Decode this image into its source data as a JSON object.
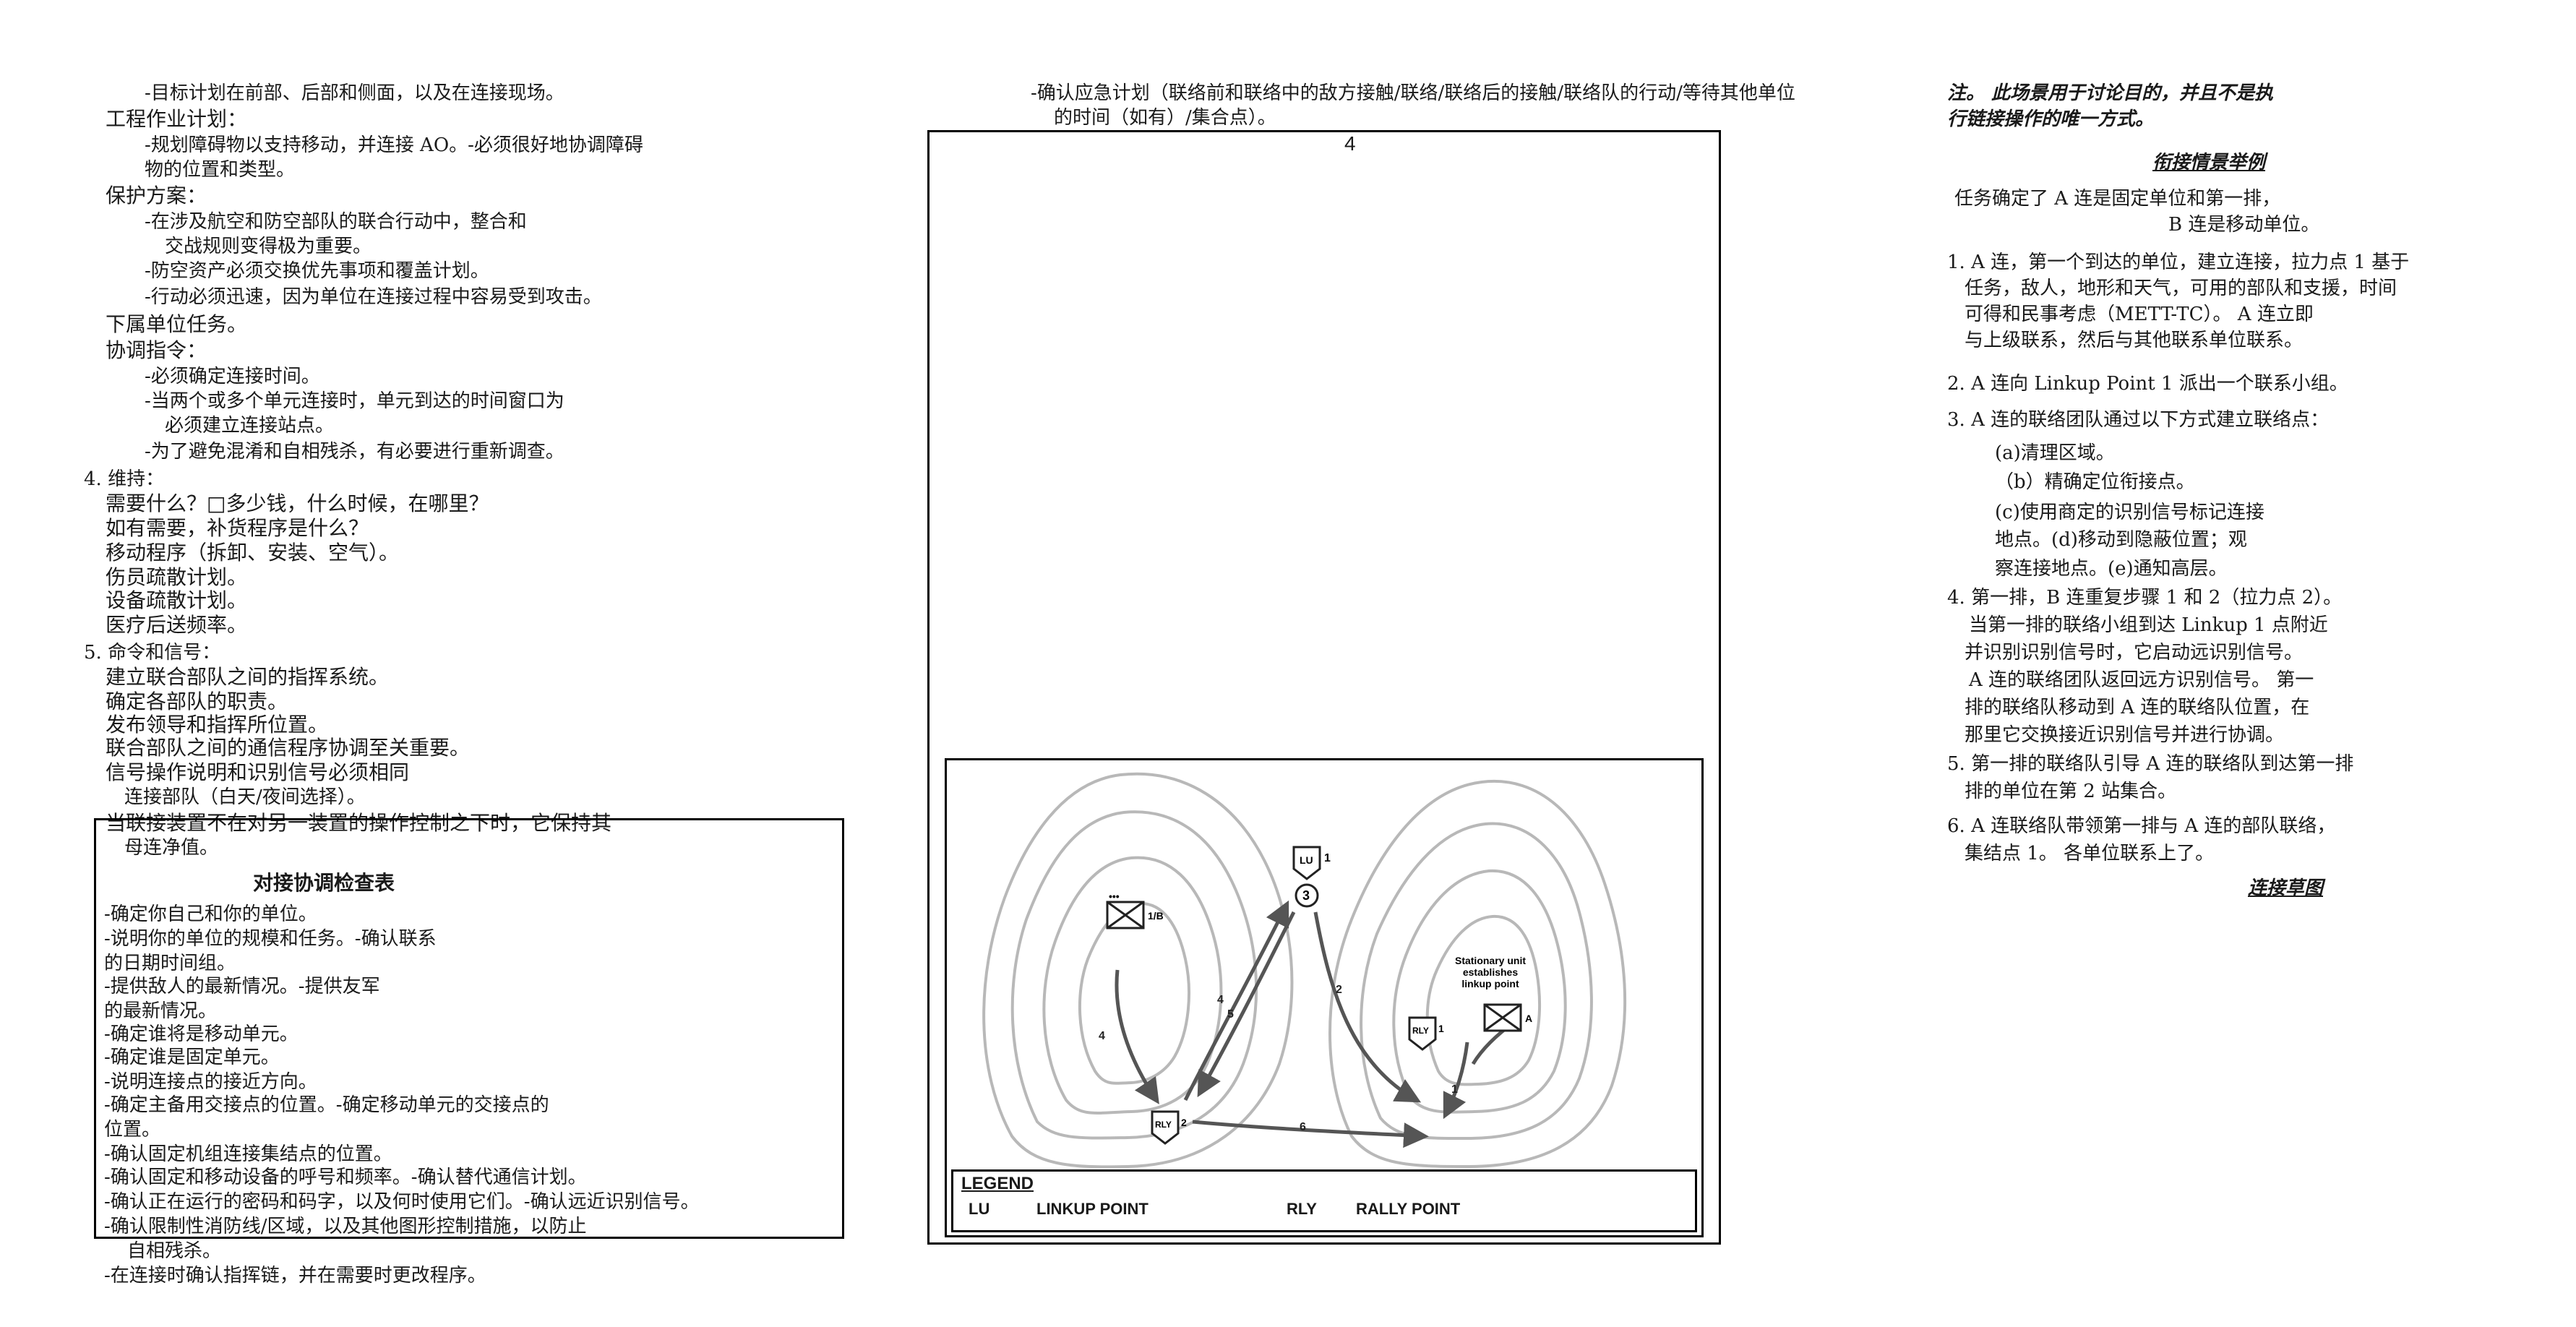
{
  "left": {
    "lines": [
      "-目标计划在前部、后部和侧面，以及在连接现场。",
      "工程作业计划：",
      "-规划障碍物以支持移动，并连接 AO。-必须很好地协调障碍",
      "物的位置和类型。",
      "保护方案：",
      "-在涉及航空和防空部队的联合行动中，整合和",
      "交战规则变得极为重要。",
      "-防空资产必须交换优先事项和覆盖计划。",
      "-行动必须迅速，因为单位在连接过程中容易受到攻击。",
      "下属单位任务。",
      "协调指令：",
      "-必须确定连接时间。",
      "-当两个或多个单元连接时，单元到达的时间窗口为",
      "必须建立连接站点。",
      "-为了避免混淆和自相残杀，有必要进行重新调查。",
      "4. 维持：",
      "需要什么？□多少钱，什么时候，在哪里？",
      "如有需要，补货程序是什么？",
      "移动程序（拆卸、安装、空气）。",
      "伤员疏散计划。",
      "设备疏散计划。",
      "医疗后送频率。",
      "5. 命令和信号：",
      "建立联合部队之间的指挥系统。",
      "确定各部队的职责。",
      "发布领导和指挥所位置。",
      "联合部队之间的通信程序协调至关重要。",
      "信号操作说明和识别信号必须相同",
      "连接部队（白天/夜间选择）。",
      "当联接装置不在对另一装置的操作控制之下时，它保持其",
      "母连净值。"
    ],
    "checklist": {
      "title": "对接协调检查表",
      "items": [
        "-确定你自己和你的单位。",
        "-说明你的单位的规模和任务。-确认联系",
        "的日期时间组。",
        "-提供敌人的最新情况。-提供友军",
        "的最新情况。",
        "-确定谁将是移动单元。",
        "-确定谁是固定单元。",
        "-说明连接点的接近方向。",
        "-确定主备用交接点的位置。-确定移动单元的交接点的",
        "位置。",
        "-确认固定机组连接集结点的位置。",
        "-确认固定和移动设备的呼号和频率。-确认替代通信计划。",
        "-确认正在运行的密码和码字，以及何时使用它们。-确认远近识别信号。",
        "-确认限制性消防线/区域，以及其他图形控制措施，以防止",
        "自相残杀。",
        "-在连接时确认指挥链，并在需要时更改程序。"
      ]
    }
  },
  "middle": {
    "top_lines": [
      "-确认应急计划（联络前和联络中的敌方接触/联络/联络后的接触/联络队的行动/等待其他单位",
      "的时间（如有）/集合点）。"
    ],
    "page_number": "4",
    "map": {
      "markers": {
        "lu1": "LU",
        "lu1_num": "1",
        "point3": "3",
        "unit_1b": "1/B",
        "unit_a": "A",
        "rly1": "RLY",
        "rly1_num": "1",
        "rly2": "RLY",
        "rly2_num": "2",
        "route_2": "2",
        "route_4a": "4",
        "route_4b": "4",
        "route_5": "5",
        "route_6": "6",
        "route_1": "1"
      },
      "annotation": [
        "Stationary unit",
        "establishes",
        "linkup point"
      ],
      "legend": {
        "title": "LEGEND",
        "lu_abbr": "LU",
        "lu_text": "LINKUP POINT",
        "rly_abbr": "RLY",
        "rly_text": "RALLY POINT"
      }
    }
  },
  "right": {
    "note_lines": [
      "注。 此场景用于讨论目的，并且不是执",
      "行链接操作的唯一方式。"
    ],
    "example_title": "衔接情景举例",
    "intro_lines": [
      "任务确定了 A 连是固定单位和第一排，",
      "B 连是移动单位。"
    ],
    "steps": [
      "1. A 连，第一个到达的单位，建立连接，拉力点 1 基于",
      "任务，敌人，地形和天气，可用的部队和支援，时间",
      "可得和民事考虑（METT-TC）。 A 连立即",
      "与上级联系，然后与其他联系单位联系。",
      "2. A 连向 Linkup Point 1 派出一个联系小组。",
      "3. A 连的联络团队通过以下方式建立联络点：",
      "(a)清理区域。",
      "（b）精确定位衔接点。",
      "(c)使用商定的识别信号标记连接",
      "地点。(d)移动到隐蔽位置；观",
      "察连接地点。(e)通知高层。",
      "4. 第一排，B 连重复步骤 1 和 2（拉力点 2）。",
      "当第一排的联络小组到达 Linkup 1 点附近",
      "并识别识别信号时，它启动远识别信号。",
      "A 连的联络团队返回远方识别信号。 第一",
      "排的联络队移动到 A 连的联络队位置，在",
      "那里它交换接近识别信号并进行协调。",
      "5. 第一排的联络队引导 A 连的联络队到达第一排",
      "排的单位在第 2 站集合。",
      "6. A 连联络队带领第一排与 A 连的部队联络，",
      "集结点 1。 各单位联系上了。"
    ],
    "sketch_title": "连接草图"
  },
  "colors": {
    "contour": "#b8b8b8",
    "ink": "#1a1a1a",
    "arrow": "#555555"
  }
}
